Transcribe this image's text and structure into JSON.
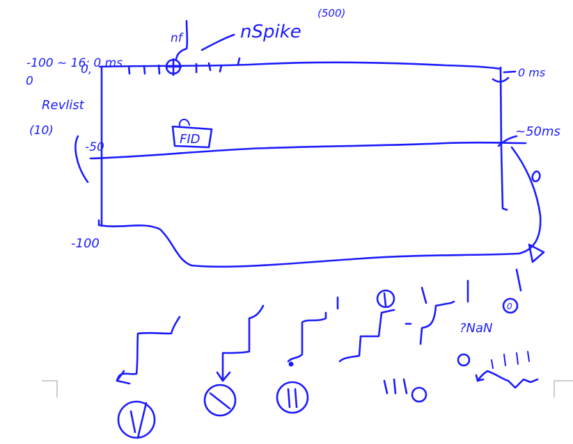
{
  "note": {
    "top_left_range": "-100 ~ 16: 0 ms",
    "label_0_left": "0",
    "label_0_axis": "0,",
    "revlist": "Revlist",
    "revlist_count": "(10)",
    "axis_50": "-50",
    "axis_minus_100": "-100",
    "nf": "nf",
    "nspike": "nSpike",
    "nspike_count": "(500)",
    "right_top": "0 ms",
    "right_mid": "~50ms",
    "fid_box": "FID",
    "nan_text": "?NaN",
    "nan_circle": "0"
  }
}
